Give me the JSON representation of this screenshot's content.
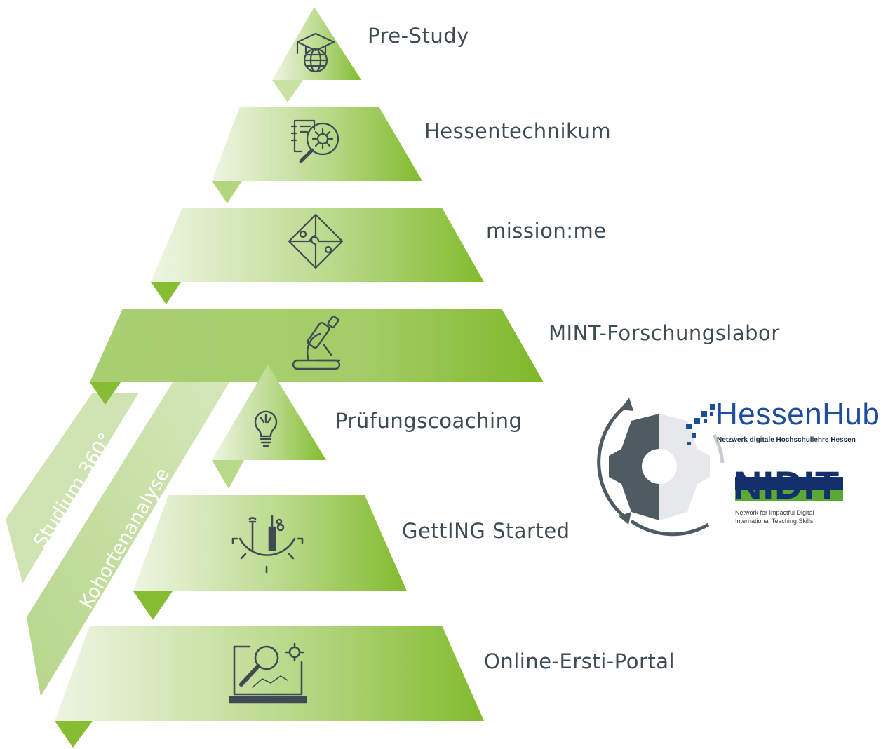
{
  "levels": [
    {
      "label": "Pre-Study",
      "icon": "graduation-globe-icon"
    },
    {
      "label": "Hessentechnikum",
      "icon": "document-gear-search-icon"
    },
    {
      "label": "mission:me",
      "icon": "puzzle-icon"
    },
    {
      "label": "MINT-Forschungslabor",
      "icon": "microscope-icon"
    },
    {
      "label": "Prüfungscoaching",
      "icon": "lightbulb-icon"
    },
    {
      "label": "GettING Started",
      "icon": "tools-gear-icon"
    },
    {
      "label": "Online-Ersti-Portal",
      "icon": "monitor-search-icon"
    }
  ],
  "side_bands": [
    {
      "label": "Studium 360°"
    },
    {
      "label": "Kohortenanalyse"
    }
  ],
  "logos": {
    "hessenhub": {
      "name": "HessenHub",
      "tagline": "Netzwerk digitale Hochschullehre Hessen"
    },
    "nidit": {
      "name": "NIDIT",
      "tagline_line1": "Network for Impactful Digital",
      "tagline_line2": "International Teaching Skills"
    }
  },
  "colors": {
    "green_light": "#e9f2da",
    "green_dark": "#86bd32",
    "label_text": "#3f4b53",
    "icon_stroke": "#3f4b53",
    "gear_dark": "#4f5b62",
    "gear_light": "#e6e8ea",
    "hessenhub_blue": "#1d4e9e",
    "nidit_navy": "#13306d",
    "nidit_green": "#5aa937"
  }
}
